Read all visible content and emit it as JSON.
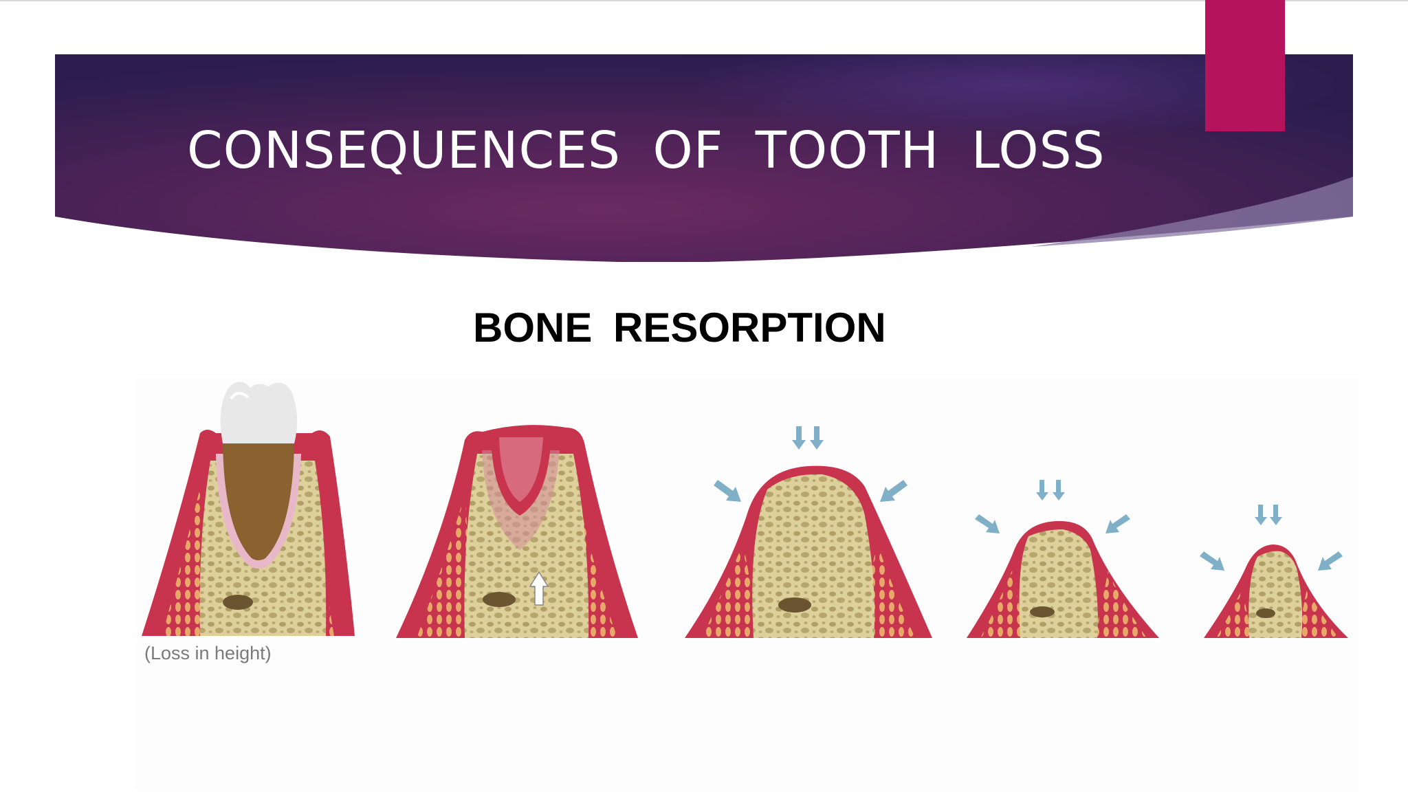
{
  "slide": {
    "title": "CONSEQUENCES OF TOOTH LOSS",
    "subtitle": "BONE RESORPTION",
    "caption": "(Loss in height)"
  },
  "colors": {
    "banner_dark": "#2a1d4e",
    "banner_mid": "#6b2a62",
    "accent_tab": "#b5135c",
    "gum": "#c8344e",
    "bone": "#ddd09a",
    "bone_pore": "#a08a52",
    "arrow": "#7fb0c8",
    "tooth_root": "#8a6230",
    "tooth_crown": "#e8e8e8"
  },
  "figure": {
    "stages": [
      {
        "id": "stage-1",
        "label": "tooth-present",
        "arrows": "none"
      },
      {
        "id": "stage-2",
        "label": "extraction-socket",
        "arrows": "up"
      },
      {
        "id": "stage-3",
        "label": "healed-ridge",
        "arrows": "down-and-inward"
      },
      {
        "id": "stage-4",
        "label": "resorbed-ridge",
        "arrows": "down-and-inward"
      },
      {
        "id": "stage-5",
        "label": "severely-resorbed-ridge",
        "arrows": "down-and-inward"
      }
    ]
  }
}
